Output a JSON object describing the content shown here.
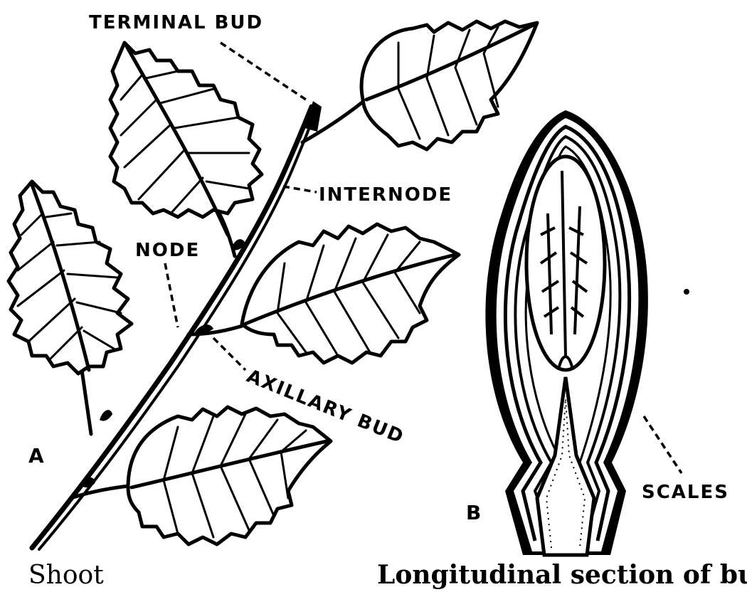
{
  "labels": {
    "terminal_bud": "TERMINAL BUD",
    "internode": "INTERNODE",
    "node": "NODE",
    "axillary_bud": "AXILLARY BUD",
    "scales": "SCALES",
    "panel_a": "A",
    "panel_b": "B"
  },
  "captions": {
    "shoot": "Shoot",
    "bud_section": "Longitudinal section of bud"
  }
}
